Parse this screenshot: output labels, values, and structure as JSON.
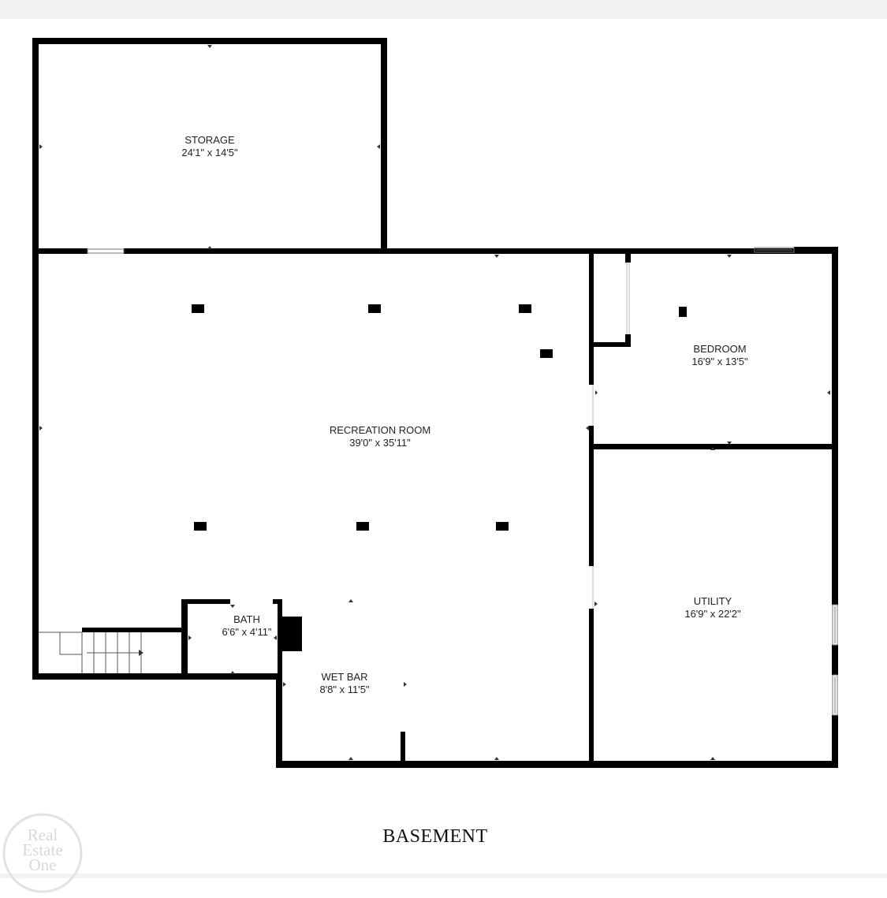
{
  "plan": {
    "floor_name": "BASEMENT",
    "wall_color": "#000000",
    "rooms": [
      {
        "id": "storage",
        "name": "STORAGE",
        "dims": "24'1\" x 14'5\""
      },
      {
        "id": "recreation",
        "name": "RECREATION ROOM",
        "dims": "39'0\" x 35'11\""
      },
      {
        "id": "bedroom",
        "name": "BEDROOM",
        "dims": "16'9\" x 13'5\""
      },
      {
        "id": "utility",
        "name": "UTILITY",
        "dims": "16'9\" x 22'2\""
      },
      {
        "id": "bath",
        "name": "BATH",
        "dims": "6'6\" x 4'11\""
      },
      {
        "id": "wetbar",
        "name": "WET BAR",
        "dims": "8'8\" x 11'5\""
      }
    ]
  },
  "watermark": {
    "lines": [
      "Real",
      "Estate",
      "One"
    ],
    "color": "#d9d9d9"
  }
}
